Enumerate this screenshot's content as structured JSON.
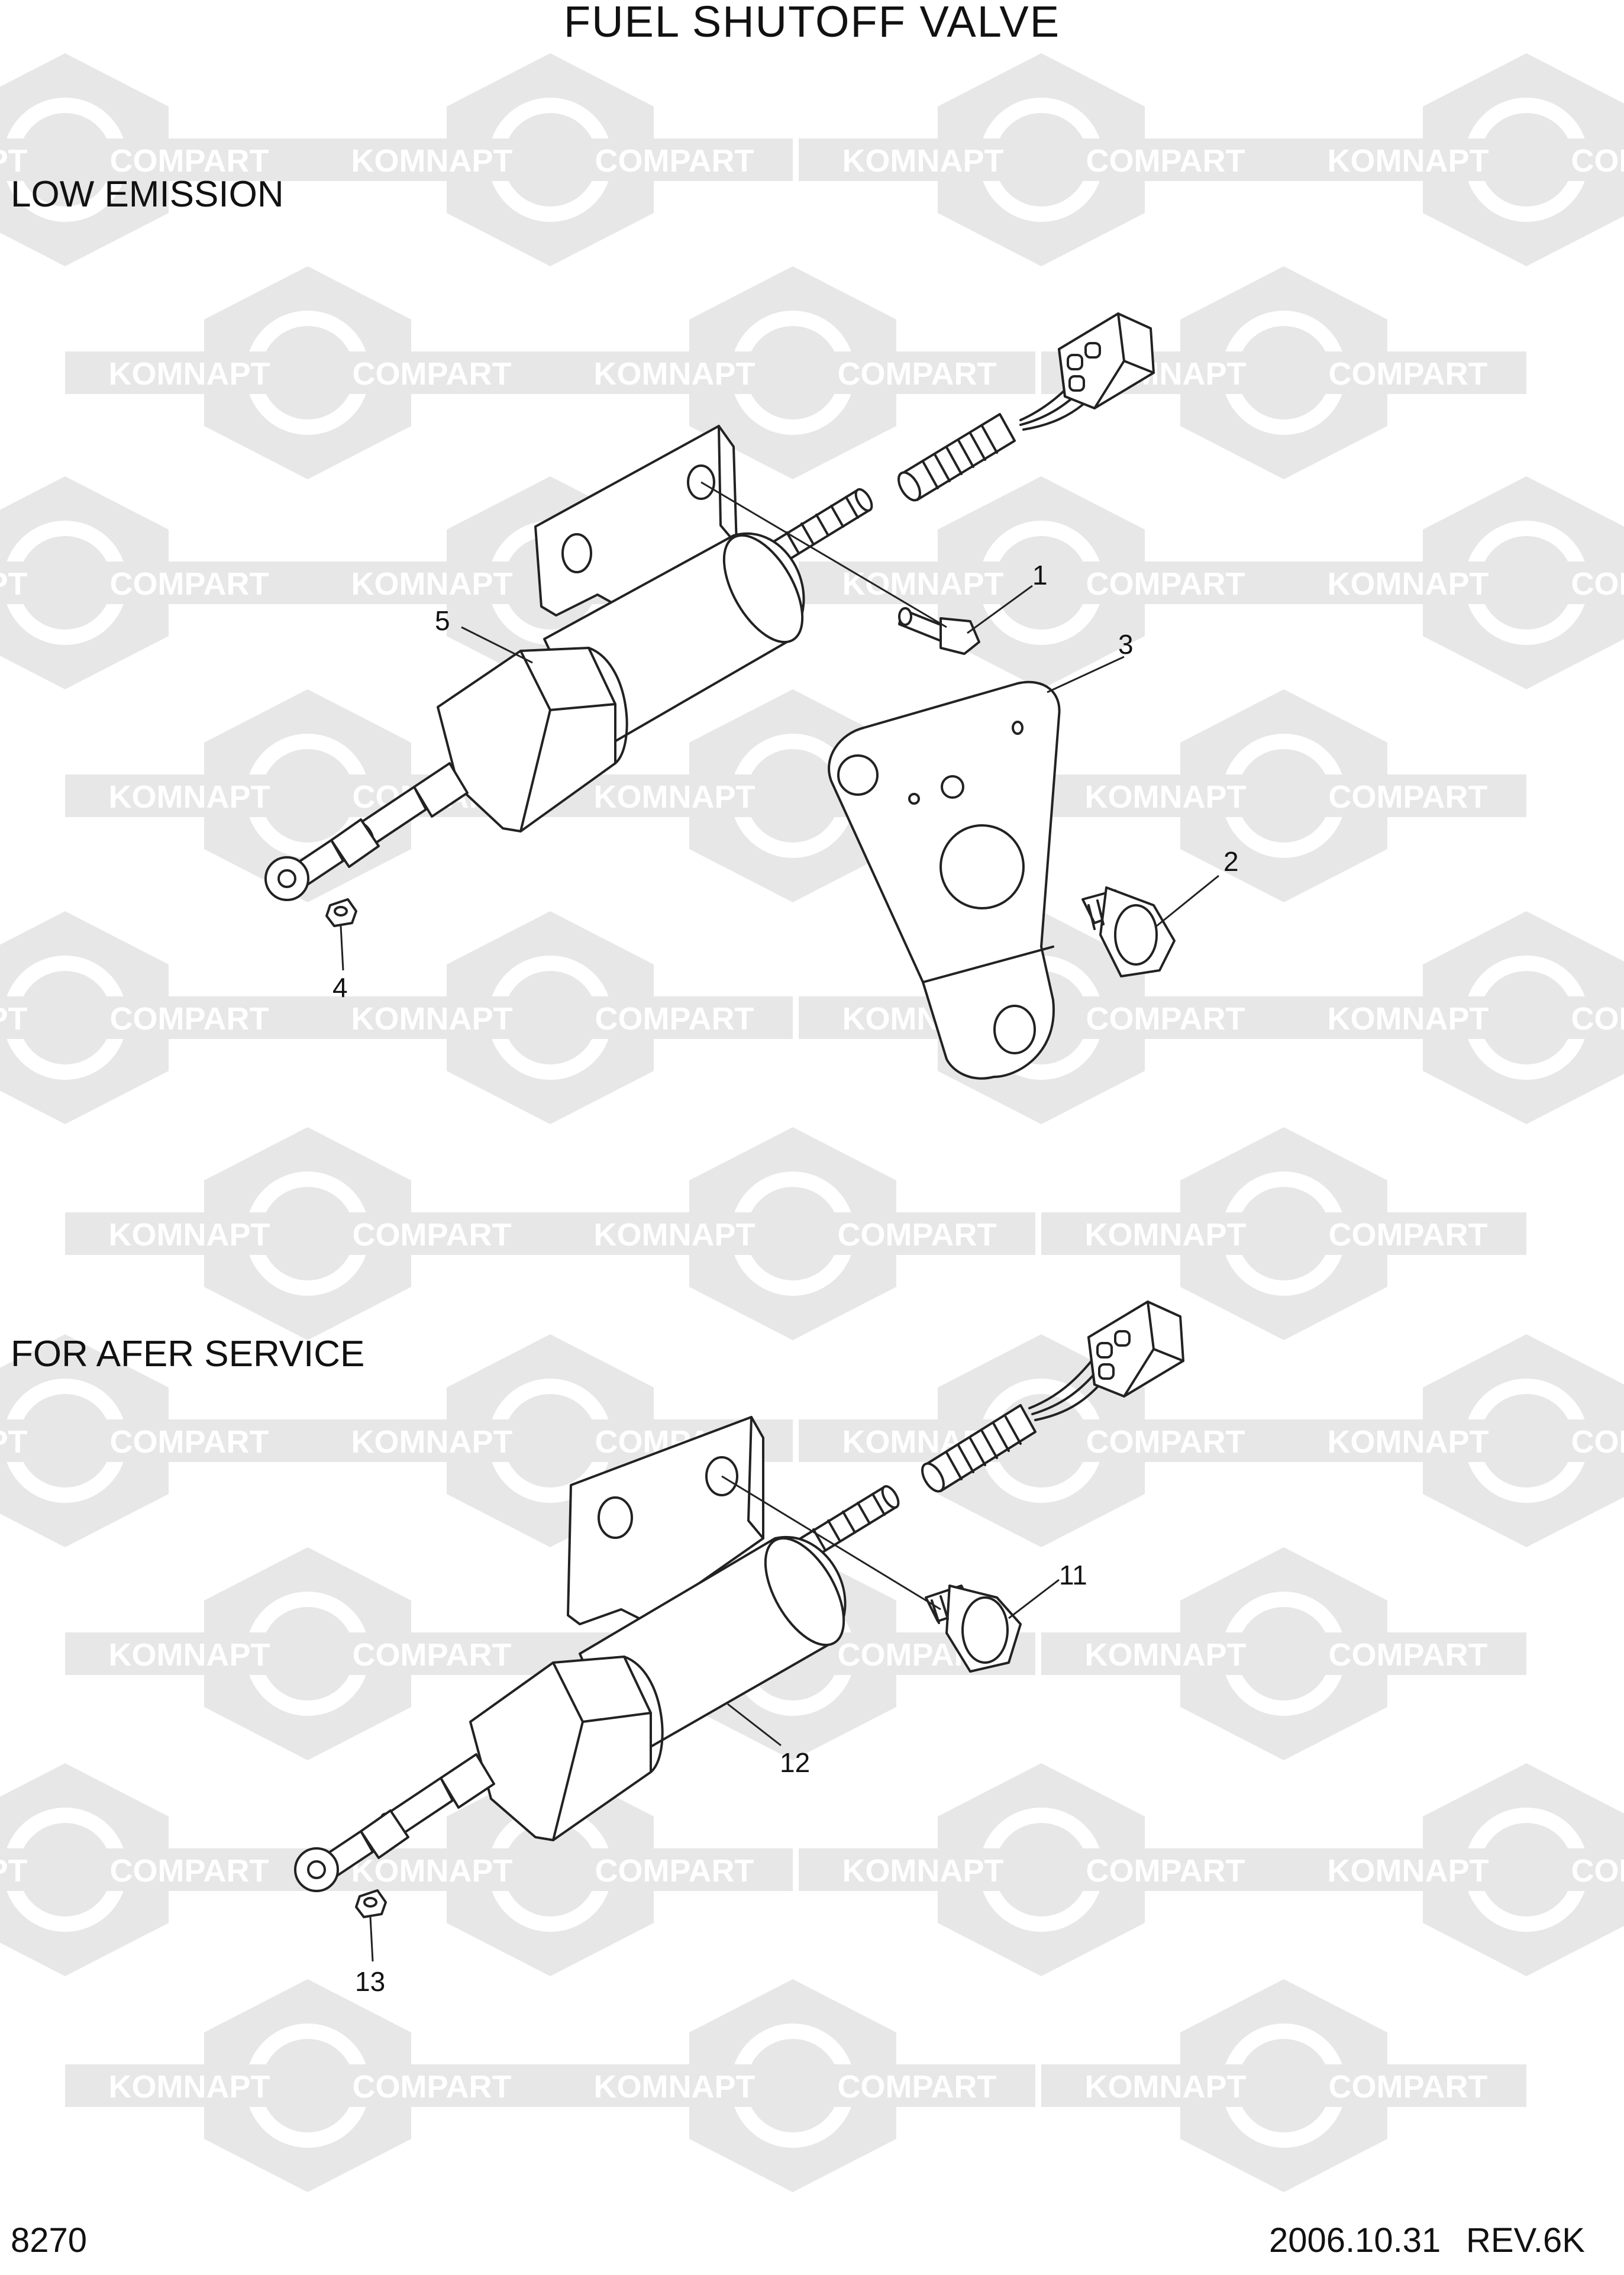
{
  "title": "FUEL SHUTOFF VALVE",
  "sections": {
    "low_emission": "LOW EMISSION",
    "after_service": "FOR AFER SERVICE"
  },
  "callouts": {
    "c1": "1",
    "c2": "2",
    "c3": "3",
    "c4": "4",
    "c5": "5",
    "c11": "11",
    "c12": "12",
    "c13": "13"
  },
  "watermark": {
    "left": "KOMNAPT",
    "right": "COMPART",
    "color": "#e7e7e7"
  },
  "footer": {
    "page": "8270",
    "date": "2006.10.31",
    "rev": "REV.6K"
  },
  "colors": {
    "line": "#222222",
    "paper": "#ffffff"
  }
}
